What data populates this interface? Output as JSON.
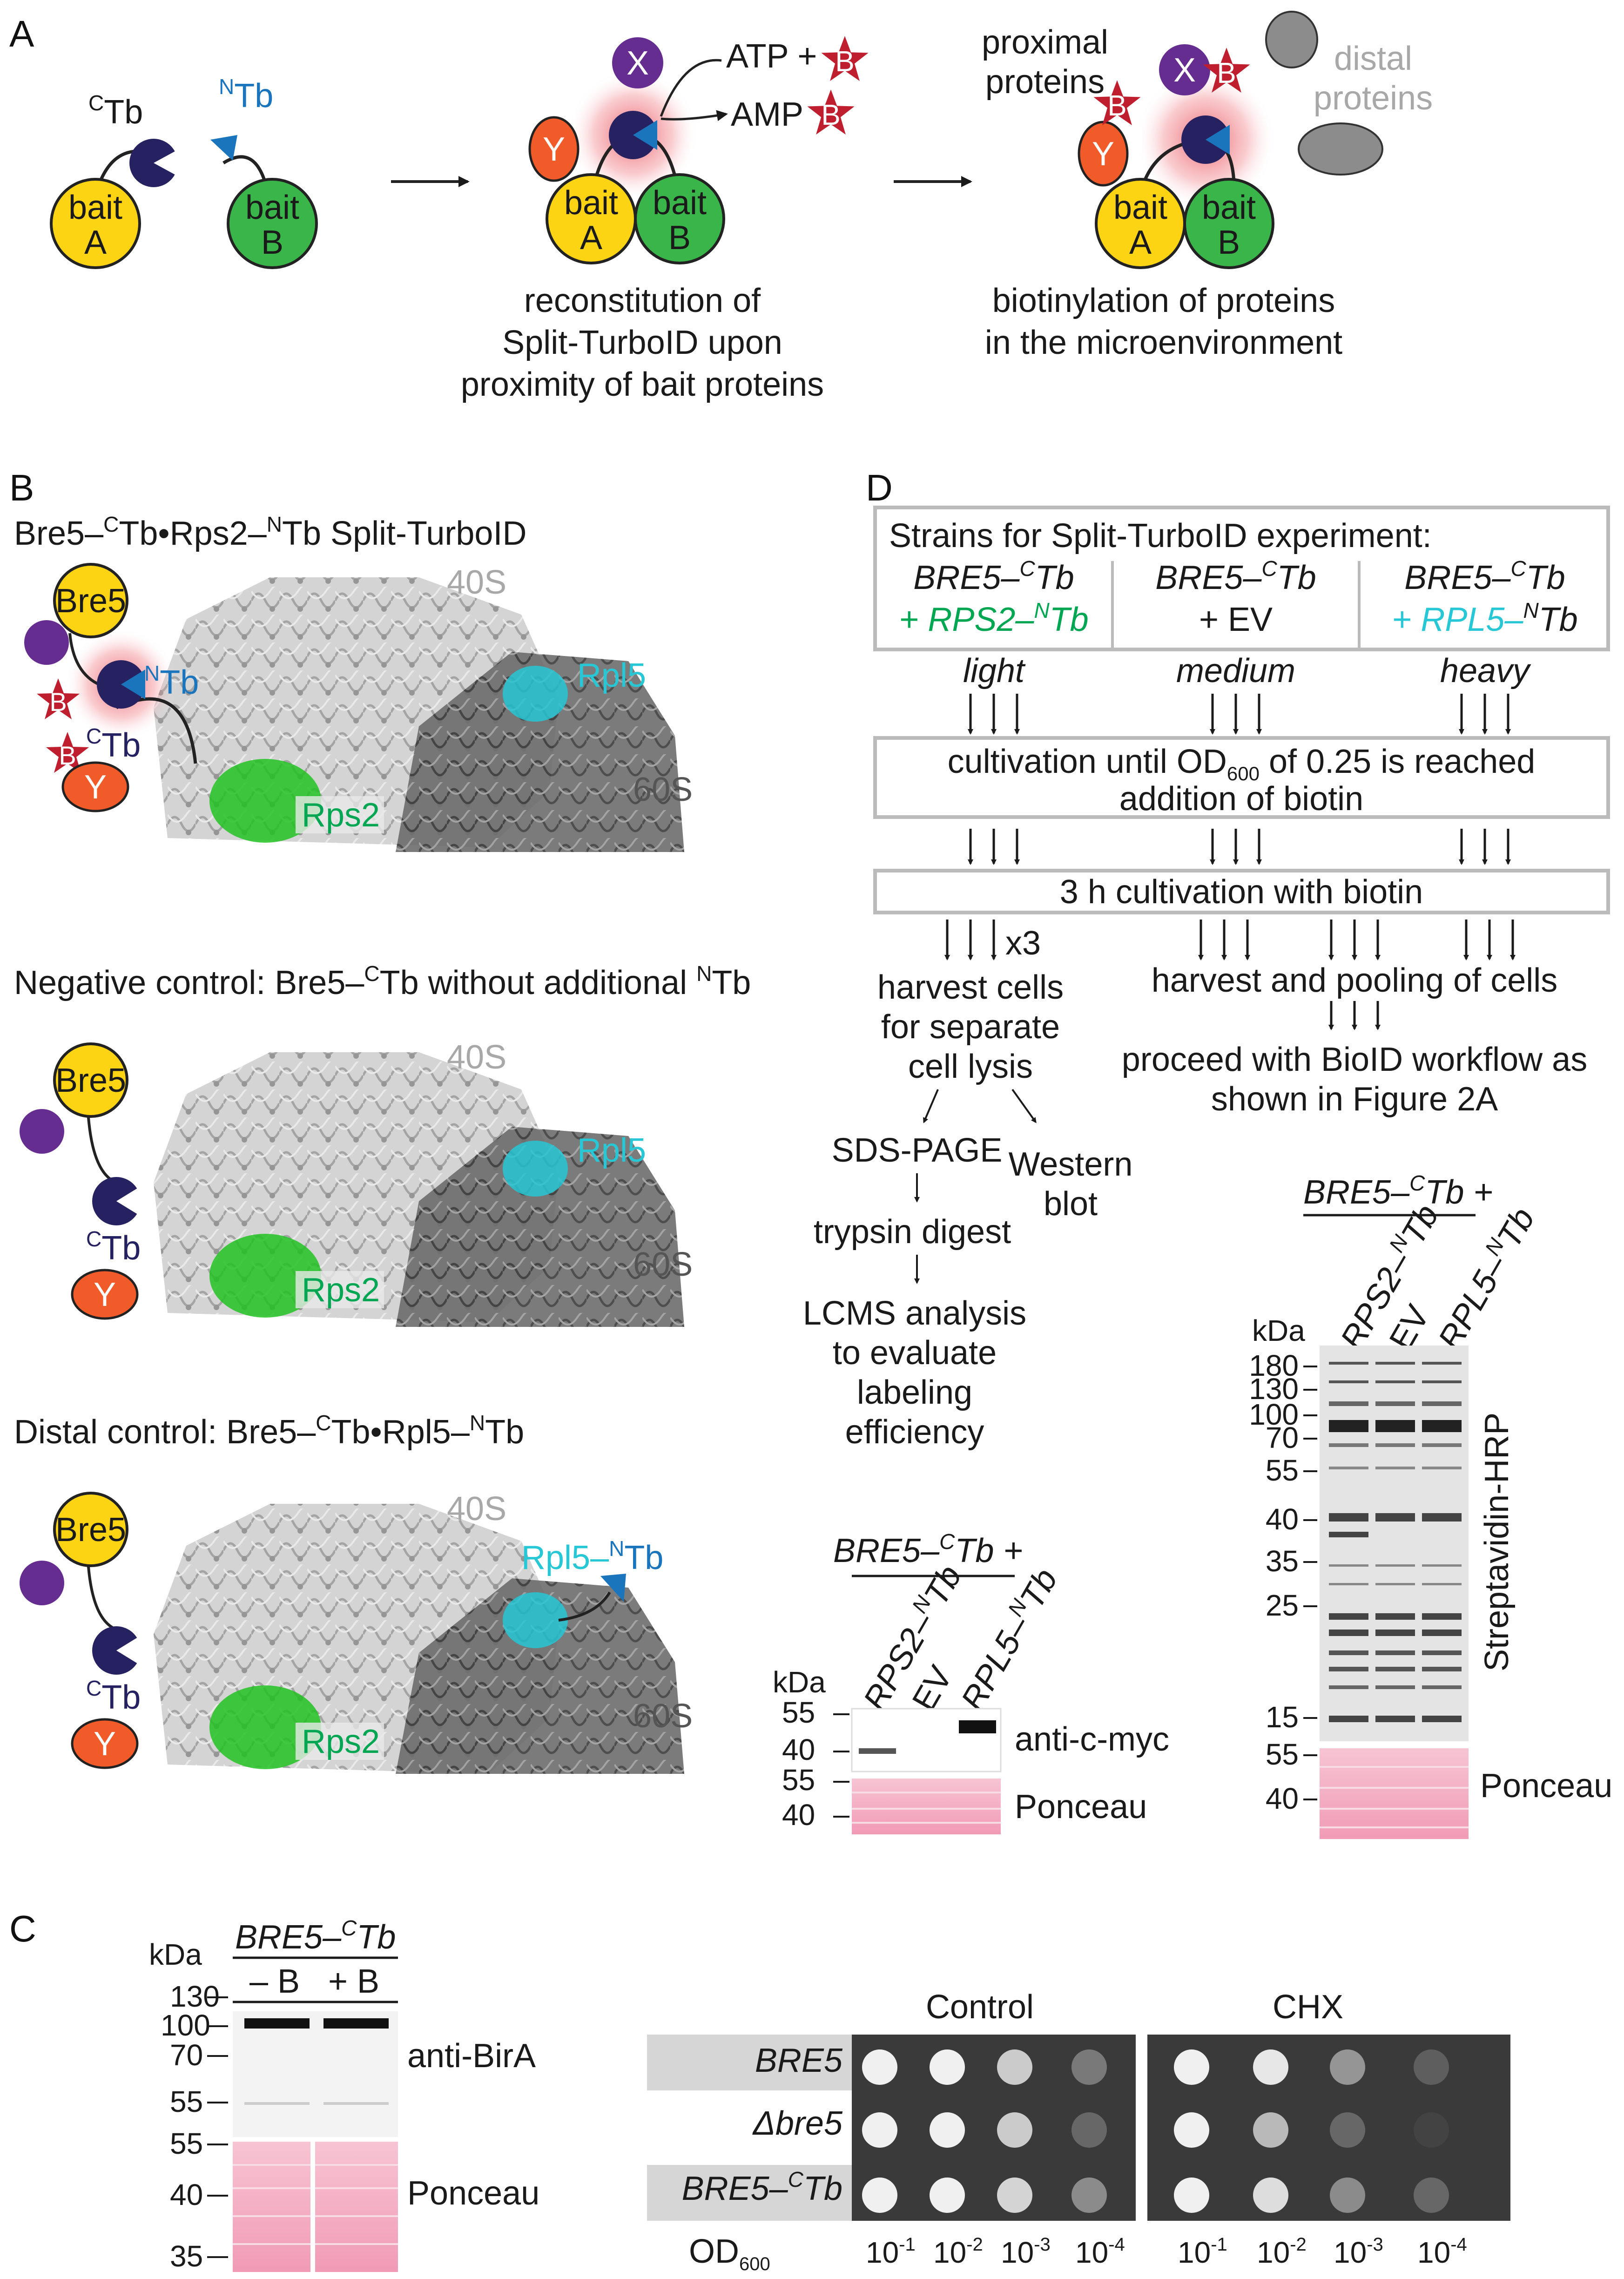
{
  "panels": {
    "a": {
      "letter": "A",
      "ctb": "Tb",
      "ctb_sup": "C",
      "ntb": "Tb",
      "ntb_sup": "N",
      "bait_a": [
        "bait",
        "A"
      ],
      "bait_b": [
        "bait",
        "B"
      ],
      "x": "X",
      "y": "Y",
      "b": "B",
      "atp": "ATP +",
      "amp": "AMP",
      "proximal": [
        "proximal",
        "proteins"
      ],
      "distal": [
        "distal",
        "proteins"
      ],
      "caption2": [
        "reconstitution of",
        "Split-TurboID upon",
        "proximity of bait proteins"
      ],
      "caption3": [
        "biotinylation of proteins",
        "in the microenvironment"
      ]
    },
    "b": {
      "letter": "B",
      "title1_pre": "Bre5–",
      "title1_mid": "Tb•Rps2–",
      "title1_end": "Tb Split-TurboID",
      "title2_pre": "Negative control: Bre5–",
      "title2_mid": "Tb without additional ",
      "title2_end": "Tb",
      "title3_pre": "Distal control: Bre5–",
      "title3_mid": "Tb•Rpl5–",
      "title3_end": "Tb",
      "sup_c": "C",
      "sup_n": "N",
      "bre5": "Bre5",
      "rps2": "Rps2",
      "rpl5": "Rpl5",
      "rpl5_ntb": "Rpl5–",
      "s40": "40S",
      "s60": "60S"
    },
    "c": {
      "letter": "C",
      "header": "BRE5–",
      "header_sup": "C",
      "header_end": "Tb",
      "lanes": [
        "– B",
        "+ B"
      ],
      "kda": "kDa",
      "ladder_top": [
        "130",
        "100",
        "70",
        "55"
      ],
      "ladder_bottom": [
        "55",
        "40",
        "35"
      ],
      "blot_label": "anti-BirA",
      "ponceau": "Ponceau",
      "control": "Control",
      "chx": "CHX",
      "strains": [
        "BRE5",
        "Δbre5",
        "BRE5–"
      ],
      "od": "OD",
      "od_sub": "600",
      "dilutions": [
        "-1",
        "-2",
        "-3",
        "-4"
      ],
      "dil_base": "10"
    },
    "d": {
      "letter": "D",
      "box_title": "Strains for Split-TurboID experiment:",
      "col1": [
        "BRE5–",
        "Tb",
        "+ RPS2–",
        "Tb"
      ],
      "col2": [
        "BRE5–",
        "Tb",
        "+ EV"
      ],
      "col3": [
        "BRE5–",
        "Tb",
        "+ RPL5–",
        "Tb"
      ],
      "labels": [
        "light",
        "medium",
        "heavy"
      ],
      "box2": [
        "cultivation until OD",
        "600",
        " of 0.25 is reached",
        "addition of biotin"
      ],
      "box3": "3 h cultivation with biotin",
      "x3": "x3",
      "harvest": [
        "harvest cells",
        "for separate",
        "cell lysis"
      ],
      "pool": "harvest and pooling of cells",
      "proceed": [
        "proceed with BioID workflow as",
        "shown in Figure 2A"
      ],
      "sds": "SDS-PAGE",
      "trypsin": "trypsin digest",
      "lcms": [
        "LCMS analysis",
        "to evaluate",
        "labeling",
        "efficiency"
      ],
      "western": [
        "Western",
        "blot"
      ],
      "wb_header": "BRE5–",
      "wb_header_end": "Tb +",
      "wb_lanes": [
        "RPS2–",
        "EV",
        "RPL5–"
      ],
      "small_ladder": [
        "55",
        "40",
        "55",
        "40"
      ],
      "anti_myc": "anti-c-myc",
      "ponceau": "Ponceau",
      "big_ladder": [
        "180",
        "130",
        "100",
        "70",
        "55",
        "40",
        "35",
        "25",
        "15",
        "55",
        "40"
      ],
      "strep": "Streptavidin-HRP",
      "kda": "kDa"
    }
  },
  "colors": {
    "yellow": "#fdd414",
    "green": "#3ab54a",
    "navy": "#262262",
    "blue": "#1b75bc",
    "purple": "#662d91",
    "orange": "#f15a29",
    "red": "#be1e2d",
    "cyan": "#27c7d6",
    "rpsgreen": "#00a651"
  }
}
